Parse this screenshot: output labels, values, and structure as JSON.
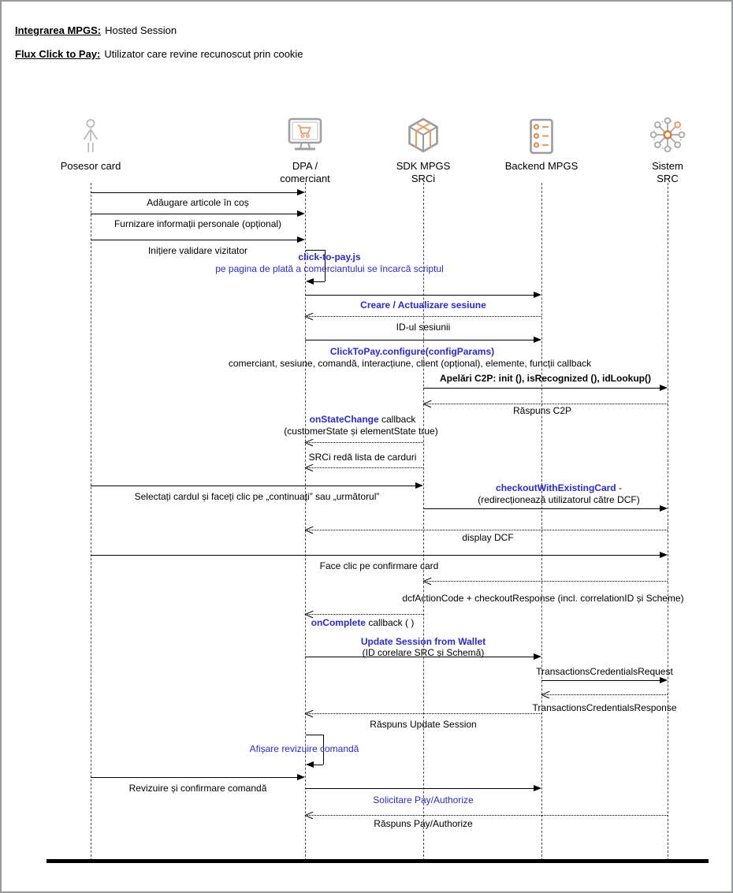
{
  "header": {
    "line1_label": "Integrarea MPGS:",
    "line1_text": "Hosted Session",
    "line2_label": "Flux Click to Pay:",
    "line2_text": "Utilizator care revine recunoscut prin cookie"
  },
  "colors": {
    "accent_blue": "#2a2ad4",
    "icon_orange": "#ED9D66",
    "icon_gray": "#a0a0a0"
  },
  "actors": [
    {
      "label1": "Posesor card",
      "label2": "",
      "icon": "person-icon"
    },
    {
      "label1": "DPA /",
      "label2": "comerciant",
      "icon": "monitor-cart-icon"
    },
    {
      "label1": "SDK MPGS",
      "label2": "SRCi",
      "icon": "package-box-icon"
    },
    {
      "label1": "Backend MPGS",
      "label2": "",
      "icon": "server-icon"
    },
    {
      "label1": "Sistem",
      "label2": "SRC",
      "icon": "network-hub-icon"
    }
  ],
  "messages": [
    {
      "text": "Adăugare articole în coș"
    },
    {
      "text": "Furnizare informații personale (opțional)"
    },
    {
      "text": "Inițiere validare vizitator"
    },
    {
      "blue_bold": "click-to-pay.js",
      "blue_sub": "pe pagina de plată a comerciantului se încarcă scriptul"
    },
    {
      "blue_bold": "Creare / Actualizare sesiune"
    },
    {
      "text": "ID-ul sesiunii"
    },
    {
      "blue_bold": "ClickToPay.configure(configParams)",
      "sub": "comerciant, sesiune, comandă, interacțiune, client (opțional), elemente, funcții callback"
    },
    {
      "bold": "Apelări C2P: init (), isRecognized (), idLookup()"
    },
    {
      "text": "Răspuns C2P"
    },
    {
      "blue_bold": "onStateChange",
      "rest": " callback",
      "sub": "(customerState și elementState true)"
    },
    {
      "text": "SRCi redă lista de carduri"
    },
    {
      "text": "Selectați cardul și faceți clic pe „continuați” sau „următorul”"
    },
    {
      "blue_bold": "checkoutWithExistingCard",
      "rest": " -",
      "sub": "(redirecționează utilizatorul către DCF)"
    },
    {
      "text": "display DCF"
    },
    {
      "text": "Face clic pe confirmare card"
    },
    {
      "text": "dcfActionCode + checkoutResponse (incl. correlationID și Scheme)"
    },
    {
      "blue_bold": "onComplete",
      "rest": " callback ( )"
    },
    {
      "blue_bold": "Update Session from Wallet",
      "sub": "(ID corelare SRC și Schemă)"
    },
    {
      "text": "TransactionsCredentialsRequest"
    },
    {
      "text": "TransactionsCredentialsResponse"
    },
    {
      "text": "Răspuns Update Session"
    },
    {
      "blue": "Afișare revizuire comandă"
    },
    {
      "text": "Revizuire și confirmare comandă"
    },
    {
      "blue": "Solicitare Pay/Authorize"
    },
    {
      "text": "Răspuns Pay/Authorize"
    }
  ]
}
